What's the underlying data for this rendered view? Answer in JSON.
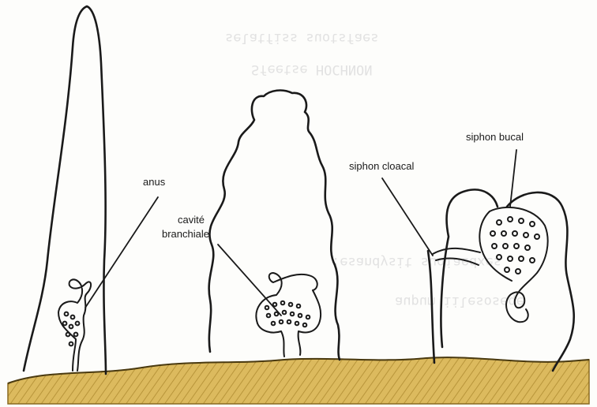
{
  "labels": {
    "anus": "anus",
    "cavite_line1": "cavité",
    "cavite_line2": "branchiale",
    "siphon_cloacal": "siphon cloacal",
    "siphon_bucal": "siphon bucal"
  },
  "colors": {
    "ink": "#1a1a1a",
    "ground": "#d9b65a",
    "ground_light": "#ecd58f",
    "ghost_text": "#e2e2e2",
    "paper": "#fdfdfb"
  }
}
